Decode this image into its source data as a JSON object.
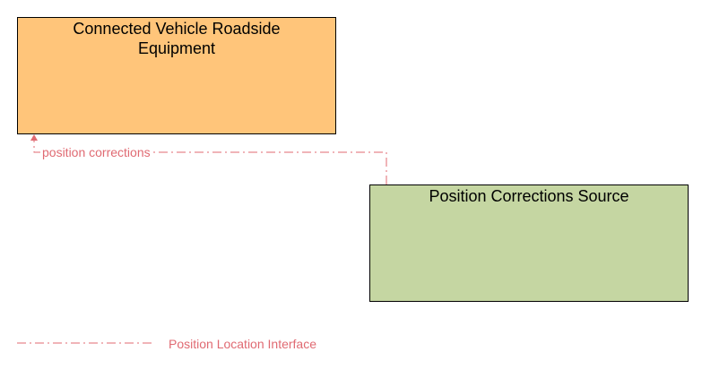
{
  "colors": {
    "roadside_fill": "#FFC57A",
    "source_fill": "#C5D6A2",
    "interface_line": "#E06A72",
    "border": "#000000"
  },
  "boxes": {
    "roadside": {
      "label": "Connected Vehicle Roadside Equipment"
    },
    "source": {
      "label": "Position Corrections Source"
    }
  },
  "flows": [
    {
      "label": "position corrections",
      "from": "source",
      "to": "roadside"
    }
  ],
  "legend": {
    "label": "Position Location Interface"
  }
}
